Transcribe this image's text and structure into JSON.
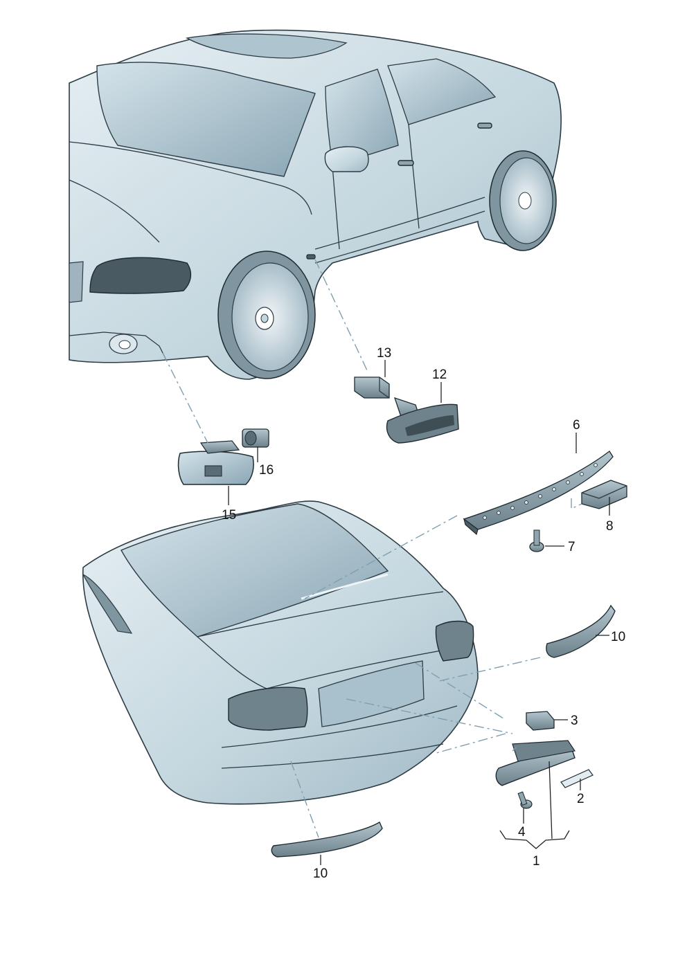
{
  "callouts": [
    {
      "id": "13",
      "text": "13"
    },
    {
      "id": "12",
      "text": "12"
    },
    {
      "id": "6",
      "text": "6"
    },
    {
      "id": "16",
      "text": "16"
    },
    {
      "id": "15",
      "text": "15"
    },
    {
      "id": "8",
      "text": "8"
    },
    {
      "id": "7",
      "text": "7"
    },
    {
      "id": "10a",
      "text": "10"
    },
    {
      "id": "3",
      "text": "3"
    },
    {
      "id": "2",
      "text": "2"
    },
    {
      "id": "4",
      "text": "4"
    },
    {
      "id": "1",
      "text": "1"
    },
    {
      "id": "10b",
      "text": "10"
    }
  ],
  "colors": {
    "body": "#c3d6de",
    "glass": "#a6bfcb",
    "outline": "#2c3b44",
    "part": "#8fa4ae",
    "leader_dash": "#7f9fb0"
  }
}
